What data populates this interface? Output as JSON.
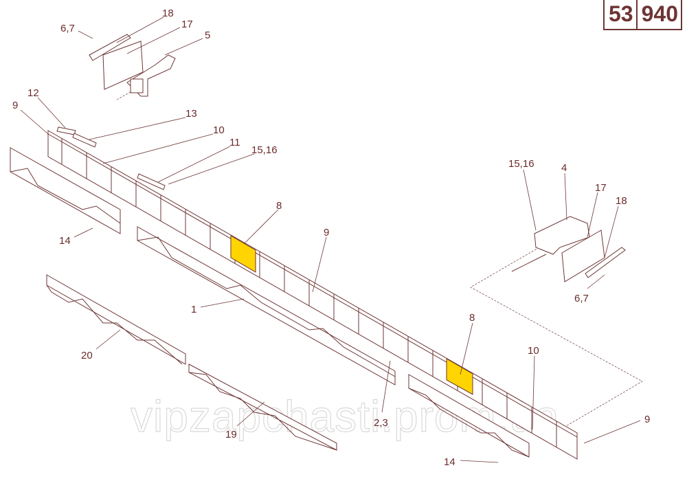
{
  "header": {
    "section": "53",
    "page": "940"
  },
  "watermark": "vipzapchasti.prom.ua",
  "colors": {
    "line": "#6e3434",
    "highlight": "#ffd400"
  },
  "labels": {
    "top_18": "18",
    "top_67": "6,7",
    "top_17": "17",
    "top_5": "5",
    "l_12": "12",
    "l_9": "9",
    "l_13": "13",
    "l_10": "10",
    "l_11": "11",
    "l_1516": "15,16",
    "l_14": "14",
    "m_8": "8",
    "m_9": "9",
    "m_1": "1",
    "l_20": "20",
    "m_23": "2,3",
    "l_19": "19",
    "b_14": "14",
    "r_8": "8",
    "r_10": "10",
    "r_9": "9",
    "r_1516": "15,16",
    "r_4": "4",
    "r_17": "17",
    "r_18": "18",
    "r_67": "6,7"
  }
}
